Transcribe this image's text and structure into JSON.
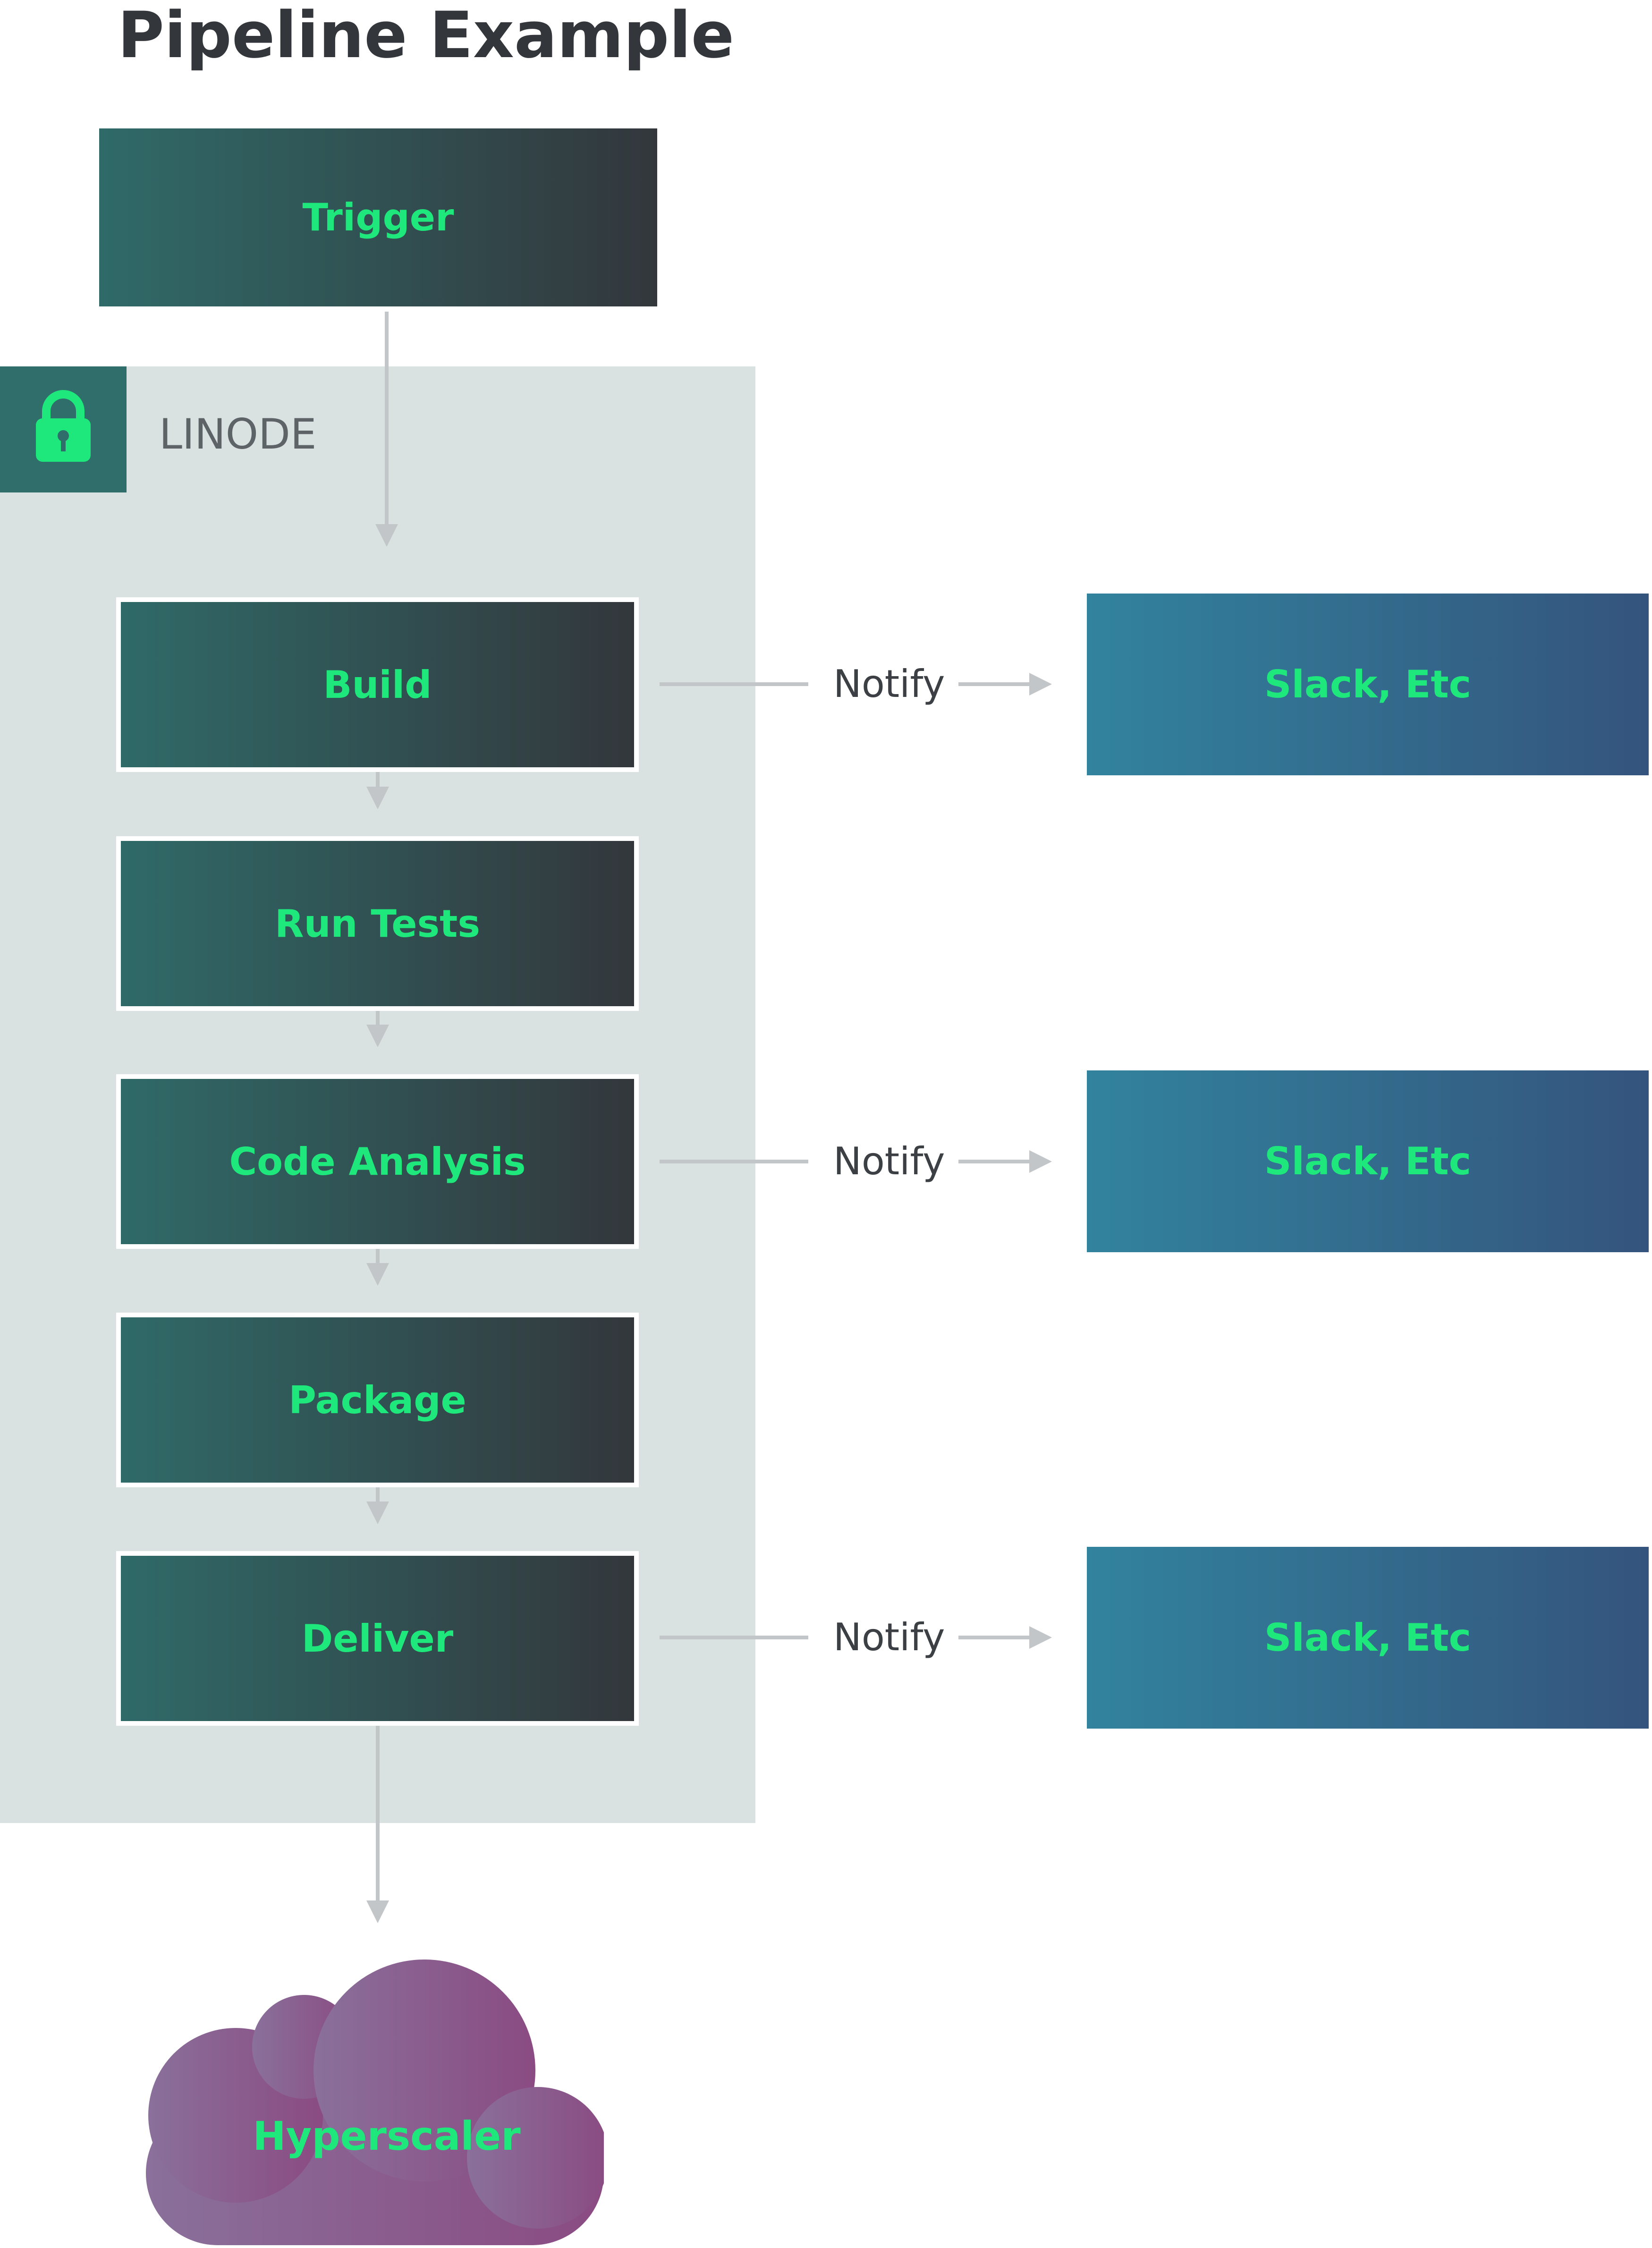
{
  "title": "Pipeline Example",
  "trigger": {
    "label": "Trigger"
  },
  "zone": {
    "label": "LINODE"
  },
  "steps": [
    {
      "label": "Build"
    },
    {
      "label": "Run Tests"
    },
    {
      "label": "Code Analysis"
    },
    {
      "label": "Package"
    },
    {
      "label": "Deliver"
    }
  ],
  "notifications": [
    {
      "notify_label": "Notify",
      "target": "Slack, Etc"
    },
    {
      "notify_label": "Notify",
      "target": "Slack, Etc"
    },
    {
      "notify_label": "Notify",
      "target": "Slack, Etc"
    }
  ],
  "destination": {
    "label": "Hyperscaler"
  },
  "colors": {
    "box_text": "#1ee87c",
    "step_gradient_start": "#2f6a68",
    "step_gradient_end": "#33373c",
    "notify_gradient_start": "#32839e",
    "notify_gradient_end": "#34547d",
    "cloud_gradient_start": "#8a709b",
    "cloud_gradient_end": "#8a4b82",
    "zone_background": "#d9e2e1",
    "connector": "#c3c6c8"
  },
  "icons": {
    "zone_icon": "lock-icon"
  }
}
